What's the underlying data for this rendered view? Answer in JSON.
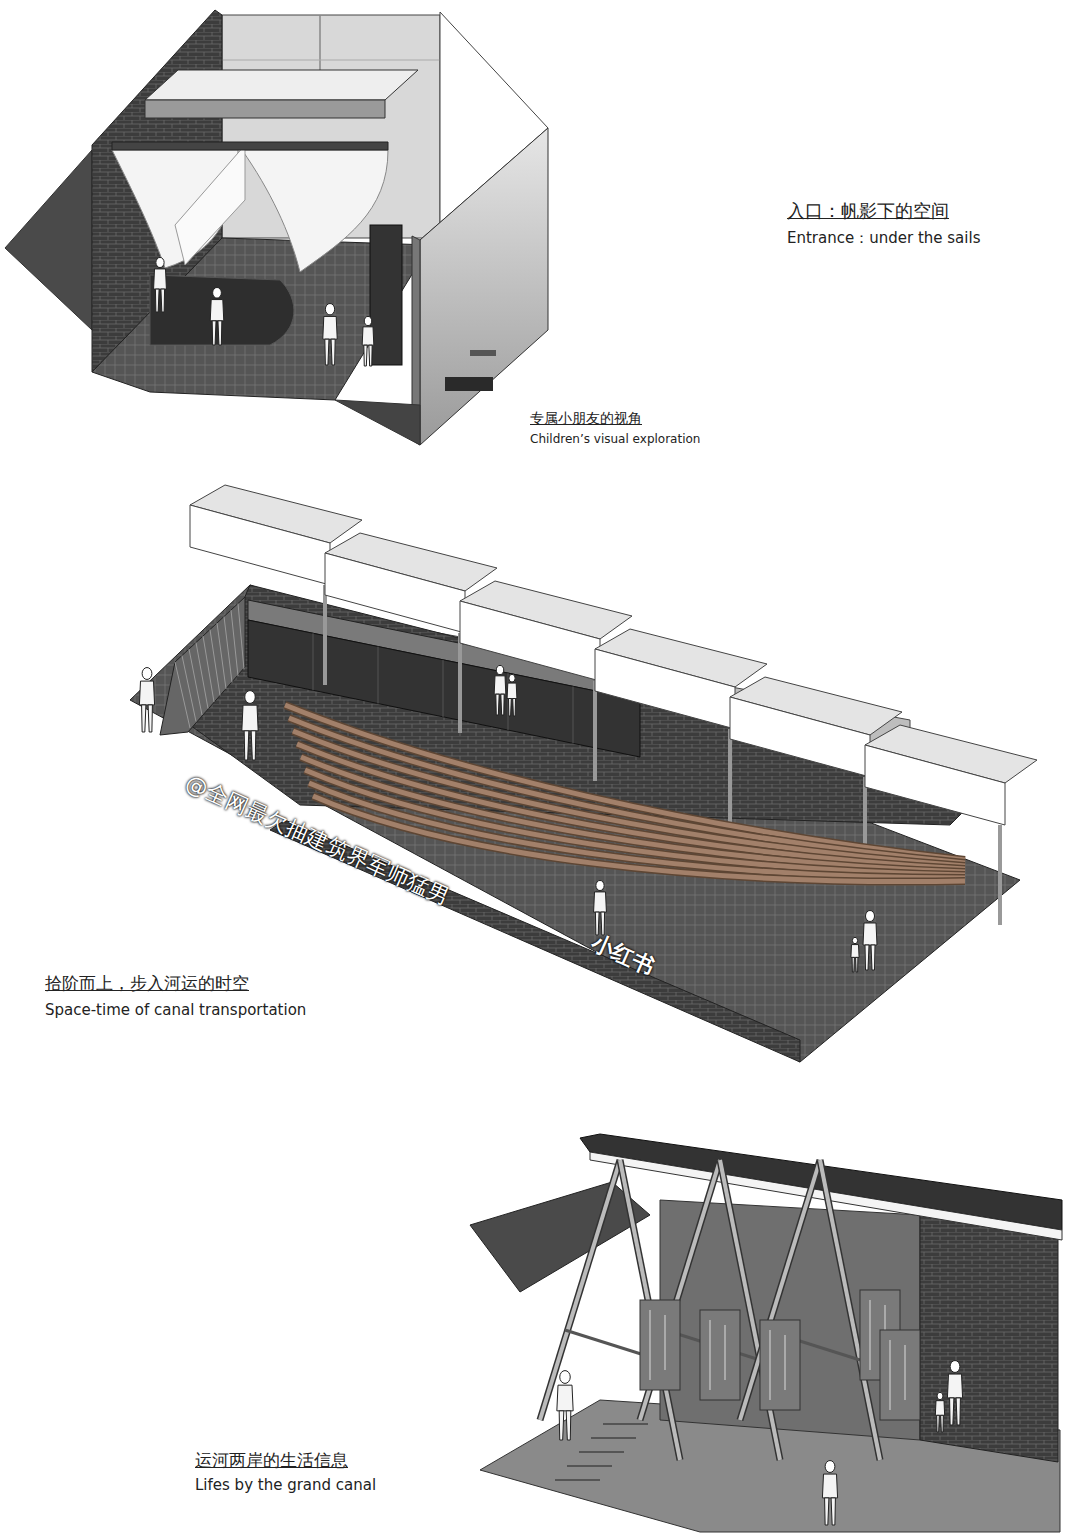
{
  "diagram": {
    "labels": [
      "入口：帆影下的空间",
      "Entrance：under the sails",
      "专属小朋友的视角",
      "Children’s visual exploration",
      "拾阶而上，步入河运的时空",
      "Space-time of canal transportation",
      "运河两岸的生活信息",
      "Lifes by the grand canal",
      "@全网最欠抽建筑界军师猛男",
      "小红书"
    ]
  }
}
